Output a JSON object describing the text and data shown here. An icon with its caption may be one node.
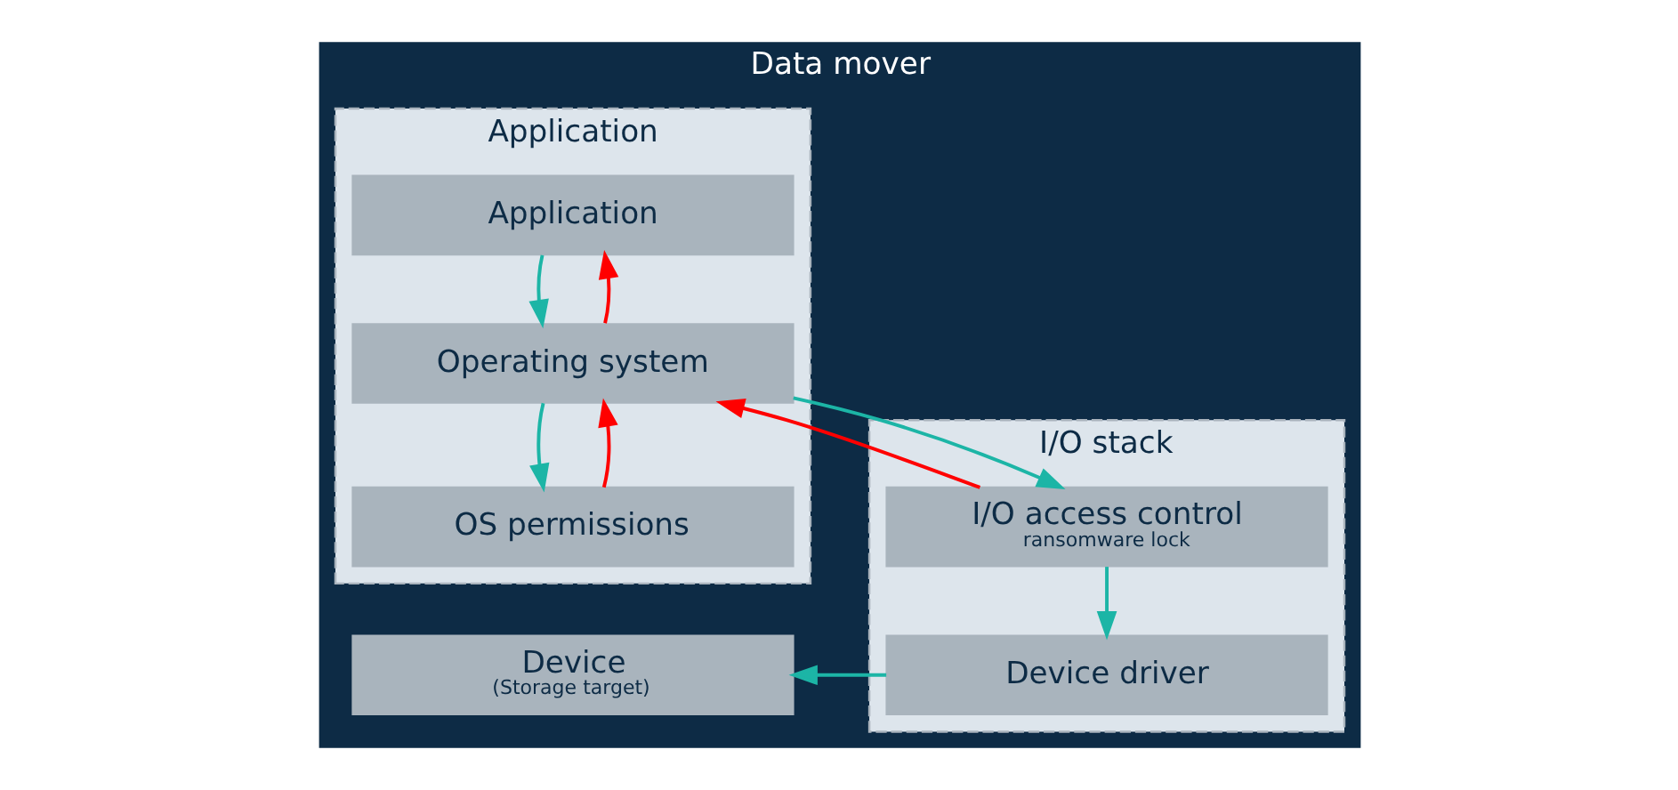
{
  "diagram": {
    "nodes": [
      {
        "text": [
          "Data mover"
        ]
      },
      {
        "text": [
          "Application"
        ],
        "in": 0
      },
      {
        "text": [
          "Application"
        ],
        "in": 1
      },
      {
        "text": [
          "Operating system"
        ],
        "in": 1
      },
      {
        "text": [
          "OS permissions"
        ],
        "in": 1
      },
      {
        "text": [
          "I/O stack"
        ],
        "in": 0
      },
      {
        "text": [
          "I/O access control",
          "ransomware lock"
        ],
        "in": 5
      },
      {
        "text": [
          "Device driver"
        ],
        "in": 5
      },
      {
        "text": [
          "Device",
          "(Storage target)"
        ],
        "in": 0
      }
    ],
    "edges": [
      {
        "from": 2,
        "to": 3,
        "arrow": "to"
      },
      {
        "from": 3,
        "to": 2,
        "arrow": "to",
        "color": "#ff0000"
      },
      {
        "from": 3,
        "to": 4,
        "arrow": "to"
      },
      {
        "from": 4,
        "to": 3,
        "arrow": "to",
        "color": "#ff0000"
      },
      {
        "from": 3,
        "to": 6,
        "arrow": "to"
      },
      {
        "from": 6,
        "to": 3,
        "arrow": "to",
        "color": "#ff0000"
      },
      {
        "from": 6,
        "to": 7,
        "arrow": "to"
      },
      {
        "from": 7,
        "to": 8,
        "arrow": "to"
      }
    ]
  }
}
